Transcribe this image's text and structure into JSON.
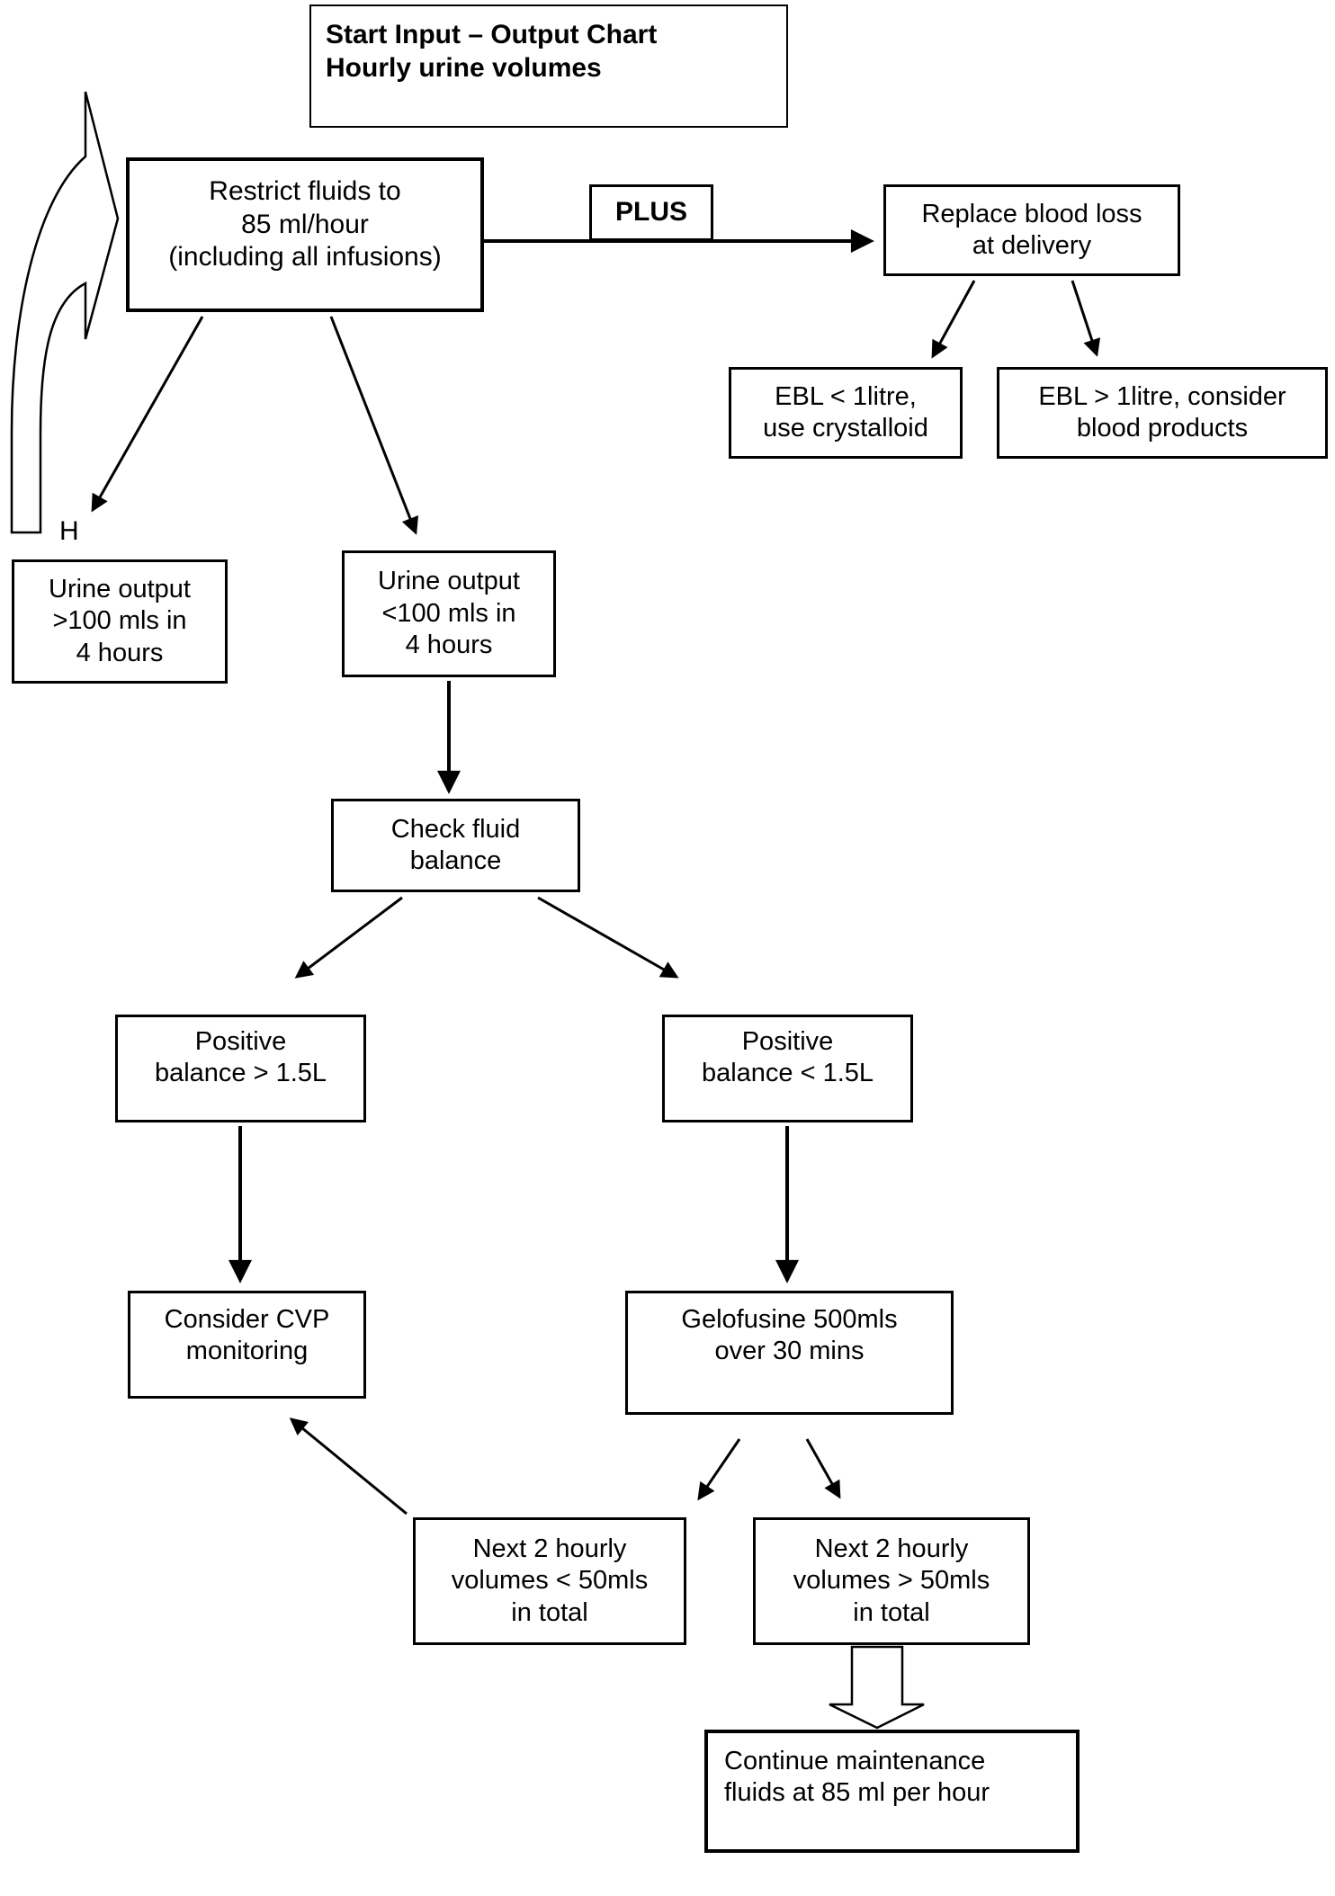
{
  "nodes": {
    "title": {
      "text": "Start Input – Output Chart\nHourly urine volumes"
    },
    "restrict": {
      "text": "Restrict fluids to\n85 ml/hour\n(including all infusions)"
    },
    "plus": {
      "text": "PLUS"
    },
    "replace": {
      "text": "Replace blood loss\nat delivery"
    },
    "ebl_low": {
      "text": "EBL < 1litre,\nuse crystalloid"
    },
    "ebl_high": {
      "text": "EBL > 1litre, consider\nblood products"
    },
    "urine_high": {
      "text": "Urine output\n>100 mls in\n4 hours"
    },
    "urine_low": {
      "text": "Urine output\n<100 mls in\n4 hours"
    },
    "check": {
      "text": "Check fluid\nbalance"
    },
    "pos_high": {
      "text": "Positive\nbalance > 1.5L"
    },
    "pos_low": {
      "text": "Positive\nbalance < 1.5L"
    },
    "cvp": {
      "text": "Consider CVP\nmonitoring"
    },
    "gelofusine": {
      "text": "Gelofusine 500mls\nover 30 mins"
    },
    "next_low": {
      "text": "Next 2 hourly\nvolumes < 50mls\nin total"
    },
    "next_high": {
      "text": "Next 2 hourly\nvolumes > 50mls\nin total"
    },
    "continue": {
      "text": "Continue maintenance\nfluids at 85 ml per hour"
    }
  },
  "labels": {
    "h_label": "H"
  },
  "colors": {
    "line": "#000000",
    "background": "#ffffff",
    "box_border": "#000000"
  }
}
